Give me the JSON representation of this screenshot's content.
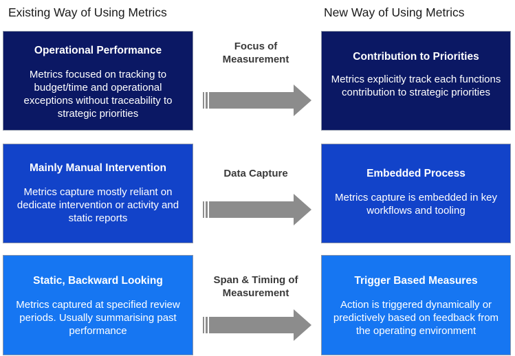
{
  "headings": {
    "left": "Existing Way of Using Metrics",
    "right": "New Way of Using Metrics"
  },
  "rows": [
    {
      "existing": {
        "title": "Operational Performance",
        "desc": "Metrics focused on tracking to budget/time and operational exceptions without traceability to strategic priorities"
      },
      "dimension": "Focus of Measurement",
      "new": {
        "title": "Contribution to Priorities",
        "desc": "Metrics explicitly track each functions contribution to strategic priorities"
      }
    },
    {
      "existing": {
        "title": "Mainly Manual Intervention",
        "desc": "Metrics capture mostly reliant on dedicate intervention or activity and static reports"
      },
      "dimension": "Data Capture",
      "new": {
        "title": "Embedded Process",
        "desc": "Metrics capture is embedded in key workflows and tooling"
      }
    },
    {
      "existing": {
        "title": "Static, Backward Looking",
        "desc": "Metrics captured at specified review periods. Usually summarising past performance"
      },
      "dimension": "Span & Timing of Measurement",
      "new": {
        "title": "Trigger Based Measures",
        "desc": "Action is triggered dynamically or predictively based on feedback from the operating environment"
      }
    }
  ],
  "colors": {
    "row1": "#0b1864",
    "row2": "#1243c9",
    "row3": "#1676f2",
    "arrow": "#8c8c8c"
  },
  "icons": {
    "arrow": "right-arrow-icon"
  }
}
